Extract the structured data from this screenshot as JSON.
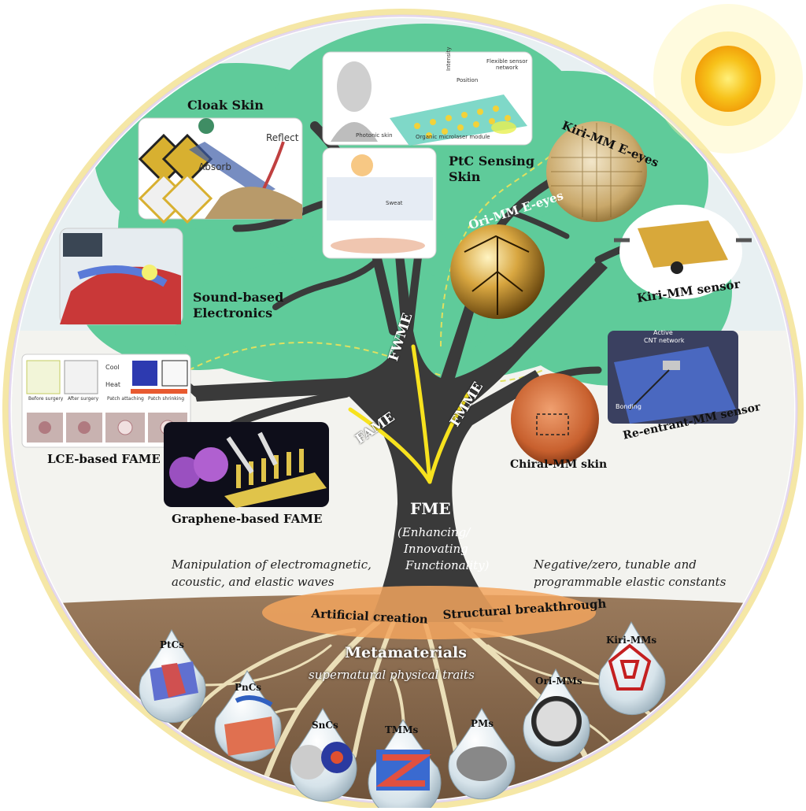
{
  "trunk": {
    "title": "FME",
    "subtitle_lines": [
      "(Enhancing/",
      "Innovating",
      "Functionality)"
    ]
  },
  "branches": {
    "fwme": "FWME",
    "fame": "FAME",
    "fmme": "FMME"
  },
  "left_note_lines": [
    "Manipulation of electromagnetic,",
    "acoustic, and elastic waves"
  ],
  "right_note_lines": [
    "Negative/zero, tunable and",
    "programmable elastic constants"
  ],
  "ellipse": {
    "left": "Artificial creation",
    "right": "Structural breakthrough"
  },
  "roots": {
    "title": "Metamaterials",
    "subtitle": "supernatural physical traits"
  },
  "applications": {
    "cloak_skin": "Cloak Skin",
    "ptc_sensing": [
      "PtC Sensing",
      "Skin"
    ],
    "sound_based": [
      "Sound-based",
      "Electronics"
    ],
    "lce_fame": "LCE-based FAME",
    "graphene_fame": "Graphene-based FAME",
    "kiri_eyes": "Kiri-MM E-eyes",
    "ori_eyes": "Ori-MM E-eyes",
    "kiri_sensor": "Kiri-MM sensor",
    "reentrant_sensor": "Re-entrant-MM sensor",
    "chiral_skin": "Chiral-MM skin"
  },
  "panel_text": {
    "cloak_reflect": "Reflect",
    "cloak_absorb": "Absorb",
    "ptc_flex": [
      "Flexible sensor",
      "network"
    ],
    "ptc_intensity": "Intensity",
    "ptc_position": "Position",
    "ptc_photonic": "Photonic skin",
    "ptc_laser": "Organic microlaser module",
    "sweat": "Sweat",
    "lce_before": "Before surgery",
    "lce_after": "After surgery",
    "lce_cool": "Cool",
    "lce_heat": "Heat",
    "lce_attach": "Patch attaching",
    "lce_shrink": "Patch shrinking",
    "reentrant_active": "Active",
    "reentrant_cnt": "CNT network",
    "reentrant_bonding": "Bonding"
  },
  "drops": [
    "PtCs",
    "PnCs",
    "SnCs",
    "TMMs",
    "PMs",
    "Ori-MMs",
    "Kiri-MMs"
  ],
  "colors": {
    "canopy": "#5fcb9a",
    "trunk": "#3a3a3a",
    "ground": "#8a6a4e",
    "sky": "#e8f0f2",
    "glow": "#f2e25a",
    "sun": "#f7c21a",
    "ellipse": "#f2a45e"
  }
}
